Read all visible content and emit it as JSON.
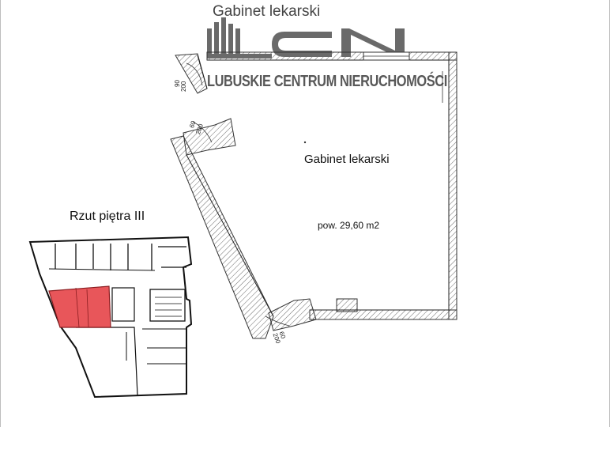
{
  "header": {
    "title": "Gabinet lekarski"
  },
  "logo": {
    "letters": "LCN",
    "tagline": "LUBUSKIE CENTRUM NIERUCHOMOŚCI"
  },
  "room": {
    "name": "Gabinet lekarski",
    "area": "pow. 29,60 m2"
  },
  "floorplan": {
    "title": "Rzut piętra III",
    "highlight_color": "#e8565a"
  },
  "dimensions": {
    "door_top_width": "90",
    "door_top_height": "200",
    "door_mid_width": "60",
    "door_mid_height": "200",
    "door_bottom_width": "60",
    "door_bottom_height": "200"
  },
  "colors": {
    "wall_hatch": "#555555",
    "logo_gray": "#5a5a5a"
  }
}
